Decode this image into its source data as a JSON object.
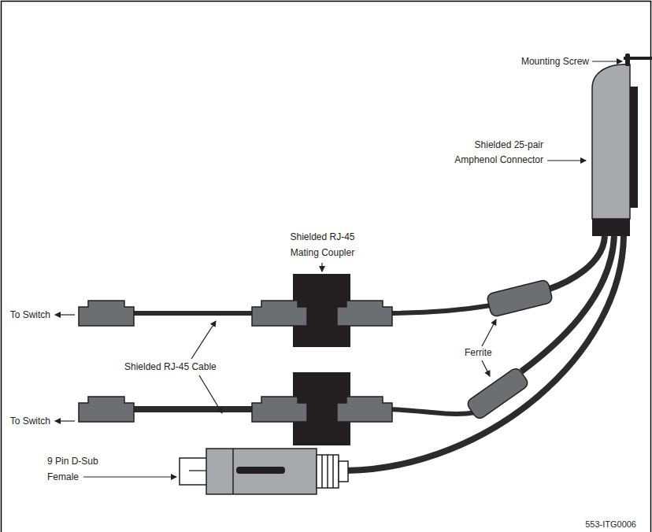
{
  "diagram": {
    "labels": [
      "Mounting Screw",
      "Shielded 25-pair Amphenol Connector",
      "Shielded RJ-45 Mating Coupler",
      "To Switch",
      "Ferrite",
      "Shielded RJ-45 Cable",
      "To Switch",
      "9 Pin D-Sub Female",
      "553-ITG0006"
    ]
  }
}
